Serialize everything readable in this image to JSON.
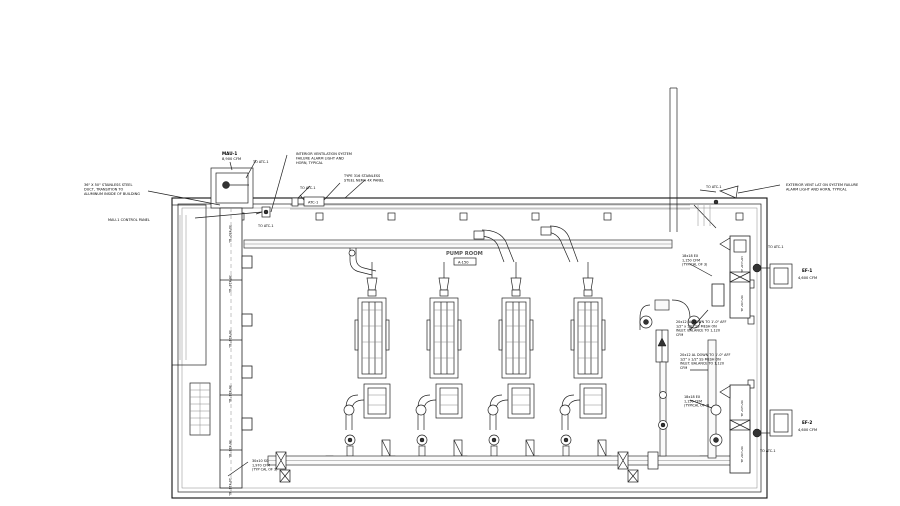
{
  "room": {
    "name": "PUMP ROOM",
    "number": "A-150"
  },
  "mau": {
    "tag": "MAU-1",
    "cfm": "8,900 CFM"
  },
  "callouts": {
    "stainless_duct": [
      "36\" X 50\" STAINLESS STEEL",
      "DUCT, TRANSITION TO",
      "ALUMINUM INSIDE OF BUILDING"
    ],
    "mau_panel": "MAU-1 CONTROL PANEL",
    "interior_alarm": [
      "INTERIOR VENTILATION SYSTEM",
      "FAILURE ALARM LIGHT AND",
      "HORN, TYPICAL"
    ],
    "type316": [
      "TYPE 316 STAINLESS",
      "STEEL NEMA 4X PANEL"
    ],
    "exterior_alarm": [
      "EXTERIOR VENT LAT ON SYSTEM FAILURE",
      "ALARM LIGHT AND HORN, TYPICAL"
    ],
    "ex_grille_1": [
      "18x18 EX",
      "1,150 CFM",
      "(TYPICAL OF 3)"
    ],
    "ex_grille_2": [
      "18x18 EX",
      "1,150 CFM",
      "(TYPICAL OF 3)"
    ],
    "al_down_1": [
      "20x12 AL DOWN TO 1'-0\" AFF",
      "1/2\" x 1/2\" SS MESH ON",
      "INLET. BALANCE TO 1,120",
      "CFM"
    ],
    "al_down_2": [
      "20x12 AL DOWN TO 1'-0\" AFF",
      "1/2\" x 1/2\" SS MESH ON",
      "INLET. BALANCE TO 1,120",
      "CFM"
    ],
    "supply_grille": [
      "30x10 SG",
      "1,970 CFM",
      "(TYP CAL OF 3)"
    ]
  },
  "atc": {
    "to_atc": "TO ATC-1",
    "panel": "ATC-1"
  },
  "fans": {
    "ef1": {
      "tag": "EF-1",
      "cfm": "4,600 CFM"
    },
    "ef2": {
      "tag": "EF-2",
      "cfm": "4,600 CFM"
    }
  },
  "duct_sizes": {
    "supply_main": [
      "30\"x30\" AL",
      "36\"x24\" AL",
      "36\"x24\" AL",
      "36\"x24\" AL",
      "36\"x24\" AL",
      "14\"x14\" AL"
    ],
    "ex_riser_upper": [
      "18\"x18\" AL",
      "36\"x36\" AL"
    ],
    "ex_riser_lower": [
      "36\"x24\" AL",
      "36\"x36\" AL"
    ]
  }
}
